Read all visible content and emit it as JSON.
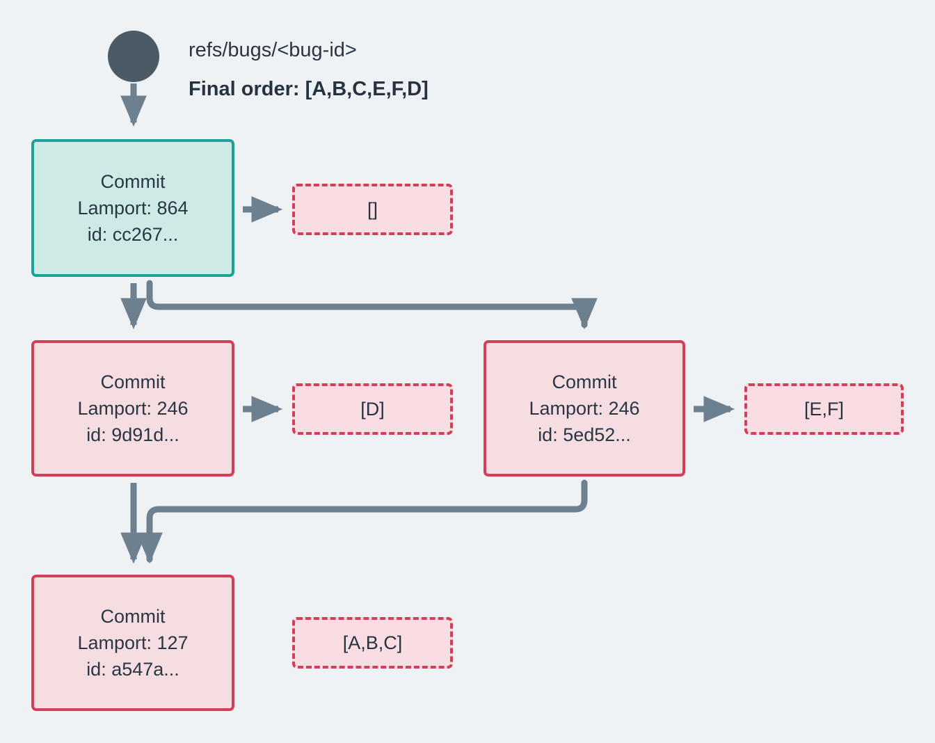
{
  "background_color": "#eff2f5",
  "colors": {
    "head_node_fill": "#cdeae6",
    "head_node_border": "#17a398",
    "commit_node_fill": "#f6dde1",
    "commit_node_border": "#d33f58",
    "oplist_fill": "#f9dde2",
    "oplist_border": "#d33f58",
    "edge": "#6d8090",
    "root_marker": "#4c5a66",
    "text": "#2a3644"
  },
  "header": {
    "root_marker_name": "root-node-circle",
    "ref": "refs/bugs/<bug-id>",
    "final_order": "Final order: [A,B,C,E,F,D]"
  },
  "nodes": {
    "head": {
      "title": "Commit",
      "lamport": "Lamport: 864",
      "id": "id: cc267...",
      "operations": "[]"
    },
    "mid_left": {
      "title": "Commit",
      "lamport": "Lamport: 246",
      "id": "id: 9d91d...",
      "operations": "[D]"
    },
    "mid_right": {
      "title": "Commit",
      "lamport": "Lamport: 246",
      "id": "id: 5ed52...",
      "operations": "[E,F]"
    },
    "bottom": {
      "title": "Commit",
      "lamport": "Lamport: 127",
      "id": "id: a547a...",
      "operations": "[A,B,C]"
    }
  }
}
